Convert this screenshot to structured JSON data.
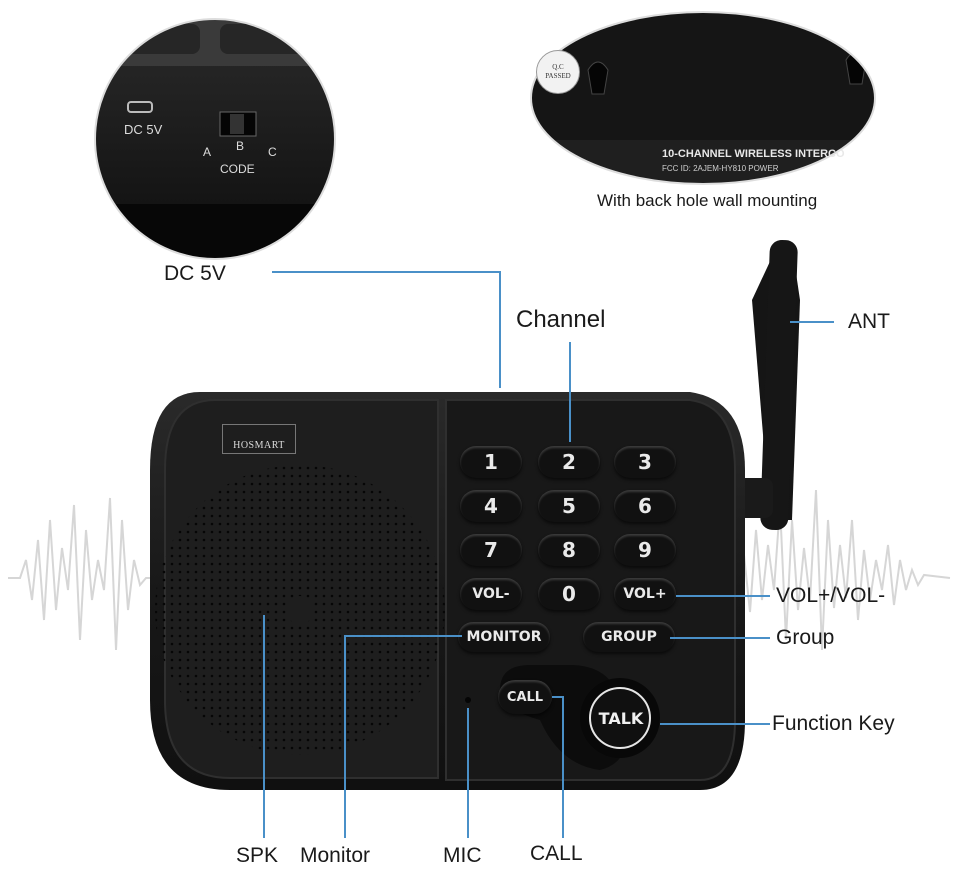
{
  "callouts": {
    "dc5v": "DC 5V",
    "channel": "Channel",
    "ant": "ANT",
    "vol": "VOL+/VOL-",
    "group": "Group",
    "function_key": "Function Key",
    "spk": "SPK",
    "monitor": "Monitor",
    "mic": "MIC",
    "call": "CALL"
  },
  "insets": {
    "port": {
      "port_label": "DC 5V",
      "code_letters": [
        "A",
        "B",
        "C"
      ],
      "code_label": "CODE"
    },
    "back": {
      "qc_top": "Q.C",
      "qc_bottom": "PASSED",
      "label_line1": "10-CHANNEL WIRELESS INTERCO",
      "label_line2": "FCC ID: 2AJEM-HY810   POWER",
      "caption": "With back hole wall mounting"
    }
  },
  "device": {
    "brand": "HOSMART",
    "keys": {
      "k1": "1",
      "k2": "2",
      "k3": "3",
      "k4": "4",
      "k5": "5",
      "k6": "6",
      "k7": "7",
      "k8": "8",
      "k9": "9",
      "vol_minus": "VOL-",
      "k0": "0",
      "vol_plus": "VOL+",
      "monitor": "MONITOR",
      "group": "GROUP",
      "call": "CALL",
      "talk": "TALK"
    }
  },
  "colors": {
    "body": "#1b1b1b",
    "key": "#111111",
    "callout_line": "#4a90c8",
    "waveform": "#d6d6d6"
  }
}
